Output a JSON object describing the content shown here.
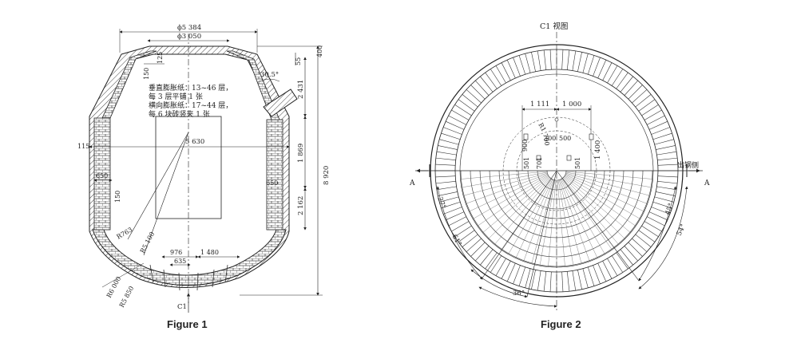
{
  "figure1": {
    "caption": "Figure 1",
    "dims": {
      "d_outer": "ϕ5 384",
      "d_inner": "ϕ3 050",
      "h_total": "8 920",
      "h_top": "400",
      "h_55": "55",
      "h_2431": "2 431",
      "h_1869": "1 869",
      "h_2162": "2 162",
      "d_5630": "5 630",
      "w_115": "115",
      "w_650_left": "650",
      "w_650_right": "650",
      "h_150_top": "150",
      "h_125": "125",
      "h_150_mid": "150",
      "angle": "30.5°",
      "w_976": "976",
      "w_1480": "1 480",
      "w_635": "635",
      "r_763": "R763",
      "r_5100": "R5 100",
      "r_6000": "R6 000",
      "r_5850": "R5 850",
      "view": "C1"
    },
    "notes": [
      "垂直膨胀纸：13~46 层，",
      "每 3 层平铺 1 张",
      "横向膨胀纸：17~44 层，",
      "每 6 块砖竖夹 1 张"
    ]
  },
  "figure2": {
    "caption": "Figure 2",
    "title": "C1 视图",
    "dims": {
      "w_1111": "1 111",
      "w_1000": "1 000",
      "r1": "R1",
      "v_700": "700",
      "v_900": "900",
      "w_300": "300",
      "w_500": "500",
      "v_1400": "1 400",
      "v_501_left": "501",
      "v_701": "701",
      "v_501_right": "501",
      "tap_side": "出钢侧",
      "section_left": "A",
      "section_right": "A",
      "a27": "27°",
      "a61": "61°",
      "a36": "36°",
      "a45": "45°",
      "a54": "54°"
    }
  }
}
